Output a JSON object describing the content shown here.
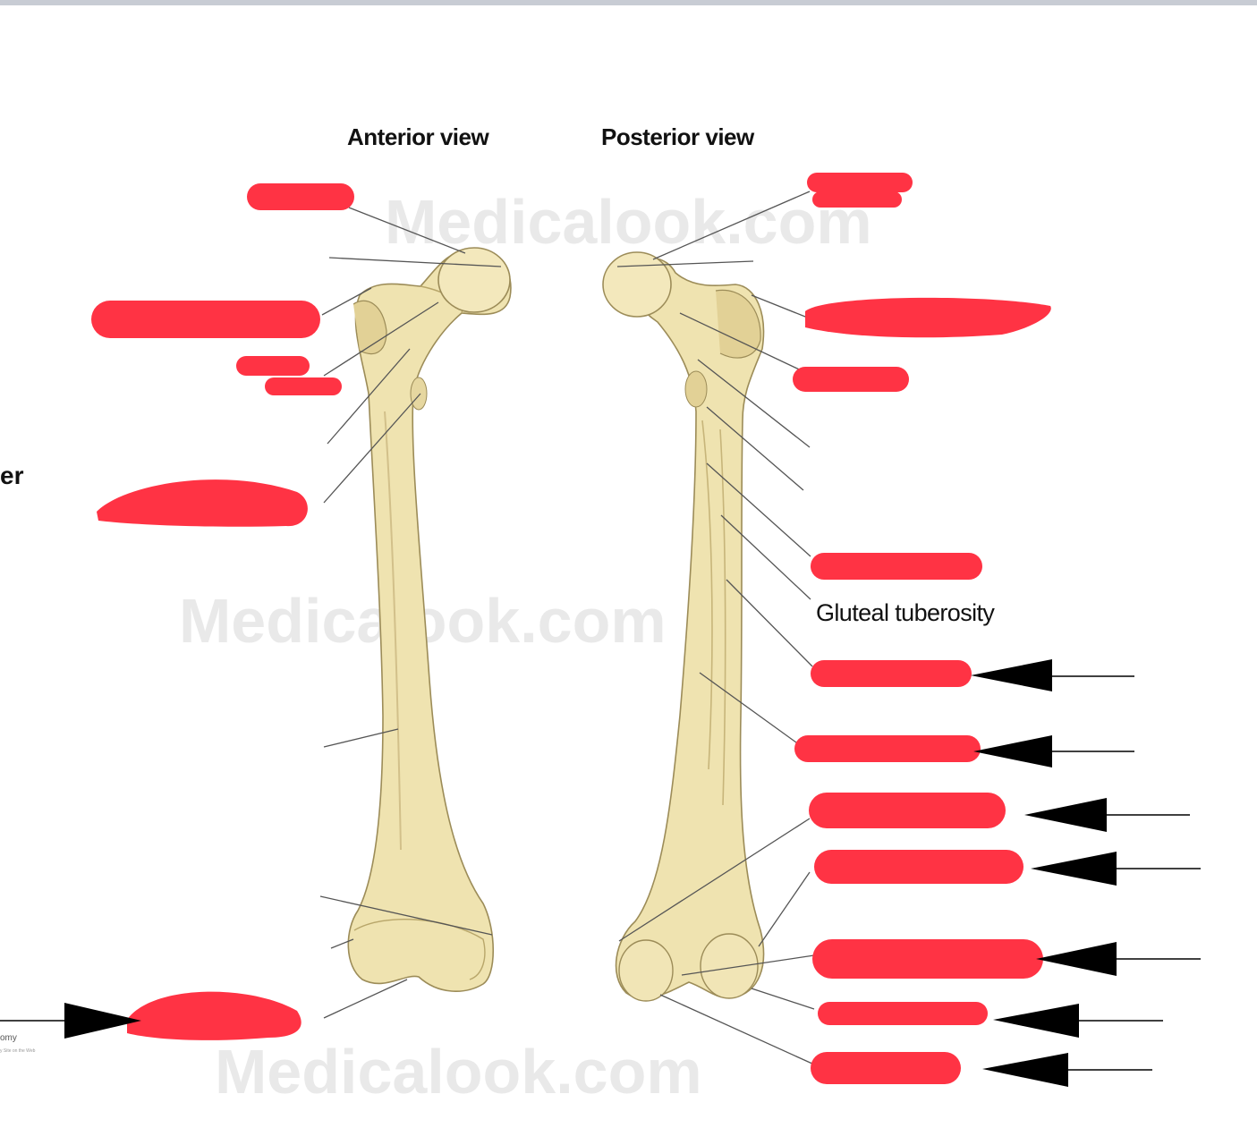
{
  "titles": {
    "anterior": "Anterior view",
    "posterior": "Posterior view"
  },
  "labels": {
    "gluteal_tuberosity": "Gluteal tuberosity",
    "left_edge_fragment": "er"
  },
  "watermark": {
    "text": "Medicalook.com"
  },
  "footer": {
    "credit_line1": "omy",
    "credit_line2": "y Site on the Web"
  },
  "colors": {
    "bone_fill": "#efe3b0",
    "bone_shadow": "#d6c486",
    "redaction": "#ff3344",
    "leader_line": "#555555",
    "arrow": "#000000"
  }
}
